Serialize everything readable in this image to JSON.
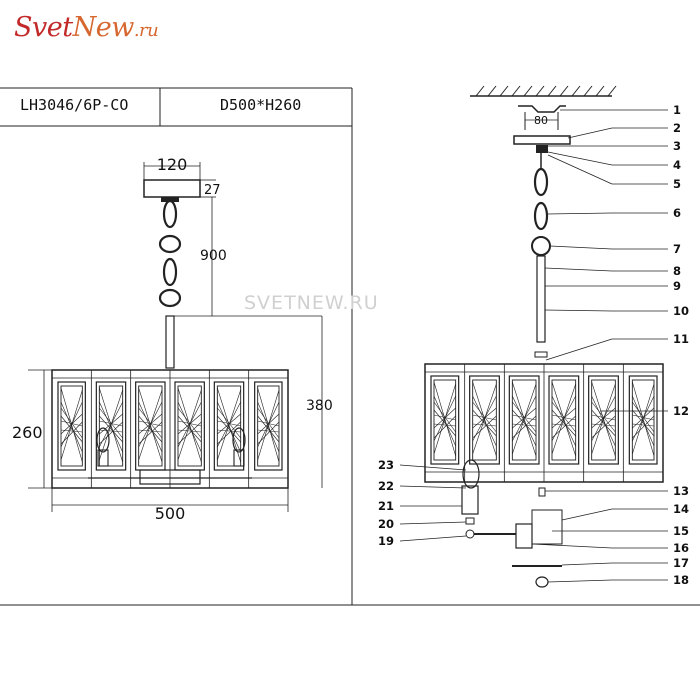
{
  "logo": {
    "part1": "Svet",
    "part2": "New",
    "part3": ".ru"
  },
  "header": {
    "model": "LH3046/6P-CO",
    "size": "D500*H260"
  },
  "watermark": "SVETNEW.RU",
  "dimensions": {
    "canopy_width": "120",
    "canopy_height": "27",
    "chain": "900",
    "total": "380",
    "height": "260",
    "width": "500",
    "mount": "80"
  },
  "parts": [
    "1",
    "2",
    "3",
    "4",
    "5",
    "6",
    "7",
    "8",
    "9",
    "10",
    "11",
    "12",
    "13",
    "14",
    "15",
    "16",
    "17",
    "18",
    "19",
    "20",
    "21",
    "22",
    "23"
  ],
  "colors": {
    "logo_red": "#c22a2a",
    "logo_orange": "#d6672f",
    "line": "#222222"
  }
}
